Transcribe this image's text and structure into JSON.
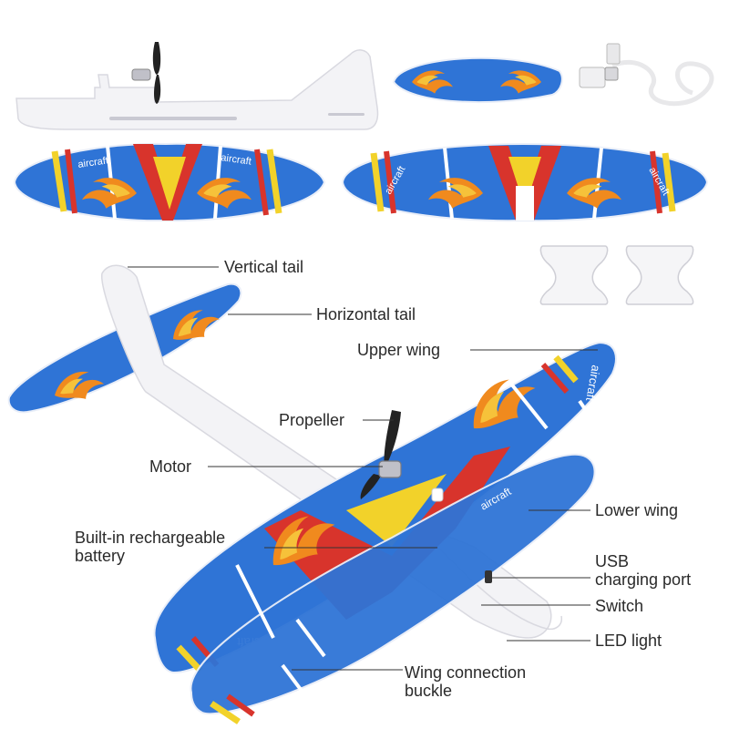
{
  "wing_text": "aircraft",
  "labels": {
    "vertical_tail": "Vertical tail",
    "horizontal_tail": "Horizontal tail",
    "upper_wing": "Upper wing",
    "propeller": "Propeller",
    "motor": "Motor",
    "lower_wing": "Lower wing",
    "battery_line1": "Built-in rechargeable",
    "battery_line2": "battery",
    "usb_line1": "USB",
    "usb_line2": "charging port",
    "switch": "Switch",
    "led_light": "LED light",
    "buckle_line1": "Wing connection",
    "buckle_line2": "buckle"
  },
  "colors": {
    "wing_blue": "#2f74d6",
    "wing_red": "#d8342c",
    "wing_yellow": "#f2d22a",
    "flame_orange": "#f08a1e",
    "foam_white": "#f3f3f6",
    "leader_line": "#333333"
  }
}
